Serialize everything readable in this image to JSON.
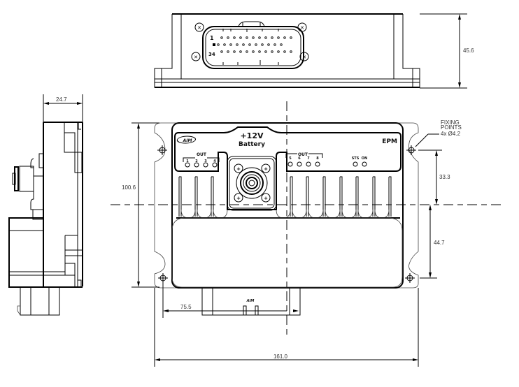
{
  "drawing": {
    "title": "EPM module dimensional drawing",
    "units": "mm",
    "dimensions": {
      "height_top_view": "45.6",
      "depth_side_view": "24.7",
      "height_front_view": "100.6",
      "fixing_to_center_upper": "33.3",
      "fixing_to_center_lower": "44.7",
      "fixing_to_connector": "75.5",
      "overall_width": "161.0"
    },
    "fixing_points": {
      "label_line1": "FIXING",
      "label_line2": "POINTS",
      "spec": "4x Ø4.2"
    },
    "front_panel": {
      "brand_logo": "AIM",
      "power_label_line1": "+12V",
      "power_label_line2": "Battery",
      "model": "EPM",
      "out_group_left": {
        "label": "OUT",
        "channels": [
          "1",
          "2",
          "3",
          "4"
        ]
      },
      "out_group_right": {
        "label": "OUT",
        "channels": [
          "5",
          "6",
          "7",
          "8"
        ]
      },
      "status_leds": [
        "STS",
        "ON"
      ]
    },
    "connector": {
      "pin1_label": "1",
      "pin_last_label": "34",
      "bottom_logo": "AIM"
    }
  }
}
